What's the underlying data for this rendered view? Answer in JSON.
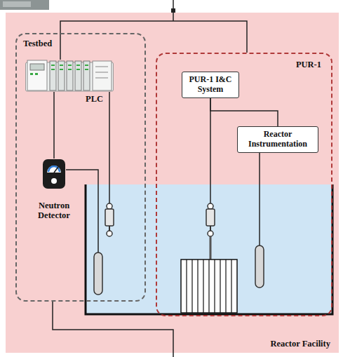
{
  "diagram": {
    "nodes": [
      {
        "text": [
          "Reactor Facility"
        ]
      },
      {
        "text": [
          "Testbed"
        ],
        "in": 0
      },
      {
        "text": [
          "PLC"
        ],
        "in": 1
      },
      {
        "text": [
          "Neutron Detector"
        ],
        "in": 1
      },
      {
        "text": [
          "PUR-1"
        ],
        "in": 0
      },
      {
        "text": [
          "PUR-1 I&C System"
        ],
        "in": 4
      },
      {
        "text": [
          "Reactor Instrumentation"
        ],
        "in": 4
      }
    ],
    "edges": [
      {
        "from": 2,
        "to": 4,
        "arrow": "none"
      },
      {
        "from": 2,
        "to": 3,
        "arrow": "none"
      },
      {
        "from": 5,
        "to": 6,
        "arrow": "none"
      }
    ]
  }
}
